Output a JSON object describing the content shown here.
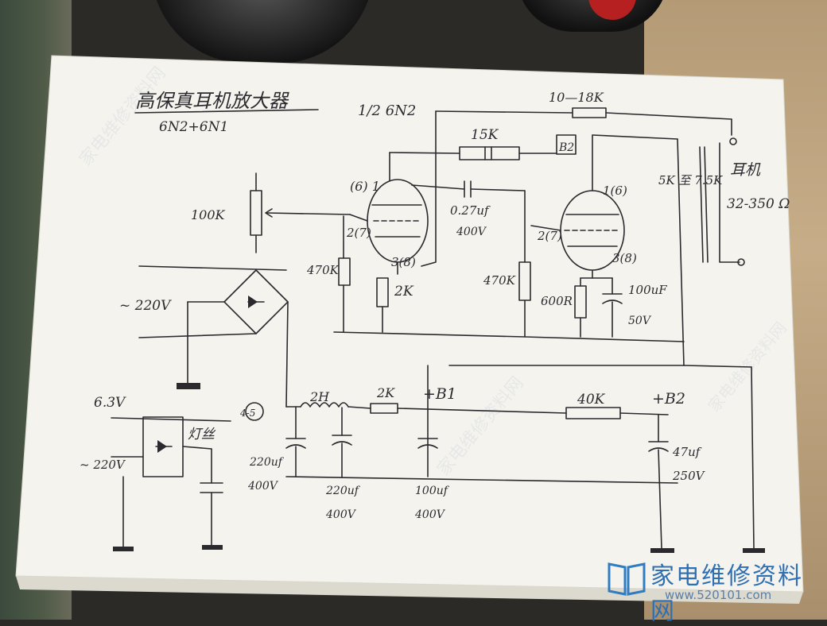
{
  "title": "高保真耳机放大器",
  "tubes_pair": "6N2+6N1",
  "tube_half": "1/2 6N2",
  "labels": {
    "r_feedback": "10—18K",
    "r_15k": "15K",
    "b2_box": "B2",
    "pot_100k": "100K",
    "cap_027": "0.27uf",
    "cap_027_v": "400V",
    "r_470k_grid1": "470K",
    "r_2k_cath": "2K",
    "r_470k_grid2": "470K",
    "r_600": "600R",
    "cap_100uf": "100uF",
    "cap_100uf_v": "50V",
    "pin_6_1": "(6) 1",
    "pin_2_7_a": "2(7)",
    "pin_3_8_a": "3(8)",
    "pin_1_6": "1(6)",
    "pin_2_7_b": "2(7)",
    "pin_3_8_b": "3(8)",
    "transformer": "5K 至 7.5K",
    "headphone": "耳机",
    "headphone_ohm": "32-350 Ω",
    "mains": "~ 220V",
    "heater_v": "6.3V",
    "heater_mains": "~ 220V",
    "heater_label": "灯丝",
    "choke_pins": "4-5",
    "choke": "2H",
    "r_2k_supply": "2K",
    "b1": "+B1",
    "r_40k": "40K",
    "b2": "+B2",
    "cap_220a": "220uf",
    "cap_220a_v": "400V",
    "cap_220b": "220uf",
    "cap_220b_v": "400V",
    "cap_100b": "100uf",
    "cap_100b_v": "400V",
    "cap_47": "47uf",
    "cap_47_v": "250V"
  },
  "watermark": {
    "logo": "家电维修资料网",
    "url": "www.520101.com"
  },
  "colors": {
    "ink": "#2a2a2e",
    "paper": "#f4f3ee",
    "logo": "#2f6fb3"
  }
}
